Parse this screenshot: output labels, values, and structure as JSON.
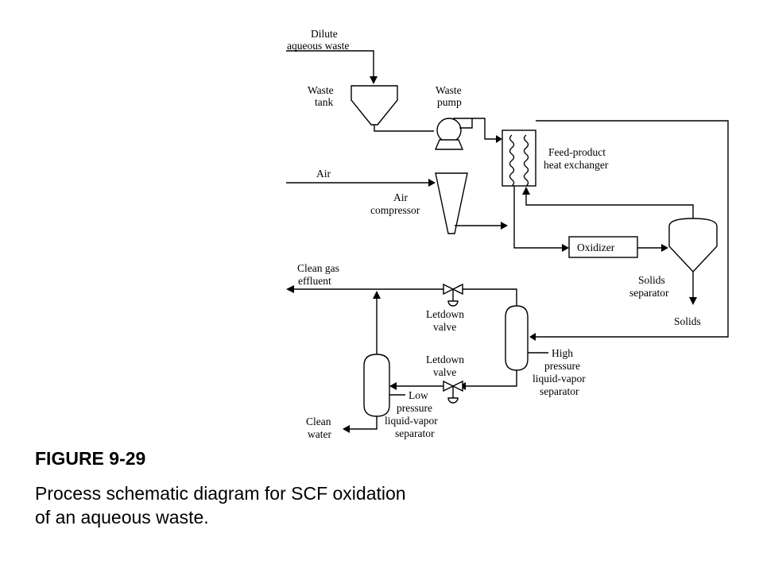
{
  "diagram": {
    "labels": {
      "dilute_line1": "Dilute",
      "dilute_line2": "aqueous waste",
      "waste_tank_line1": "Waste",
      "waste_tank_line2": "tank",
      "waste_pump_line1": "Waste",
      "waste_pump_line2": "pump",
      "feed_product_line1": "Feed-product",
      "feed_product_line2": "heat exchanger",
      "air": "Air",
      "air_compressor_line1": "Air",
      "air_compressor_line2": "compressor",
      "oxidizer": "Oxidizer",
      "solids_separator_line1": "Solids",
      "solids_separator_line2": "separator",
      "solids": "Solids",
      "clean_gas_line1": "Clean gas",
      "clean_gas_line2": "effluent",
      "letdown_valve_top_line1": "Letdown",
      "letdown_valve_top_line2": "valve",
      "letdown_valve_bottom_line1": "Letdown",
      "letdown_valve_bottom_line2": "valve",
      "high_pressure_line1": "High",
      "high_pressure_line2": "pressure",
      "high_pressure_line3": "liquid-vapor",
      "high_pressure_line4": "separator",
      "low_pressure_line1": "Low",
      "low_pressure_line2": "pressure",
      "low_pressure_line3": "liquid-vapor",
      "low_pressure_line4": "separator",
      "clean_water_line1": "Clean",
      "clean_water_line2": "water"
    }
  },
  "caption": {
    "figure_title": "FIGURE 9-29",
    "description": "Process schematic diagram for SCF oxidation of an aqueous waste."
  }
}
